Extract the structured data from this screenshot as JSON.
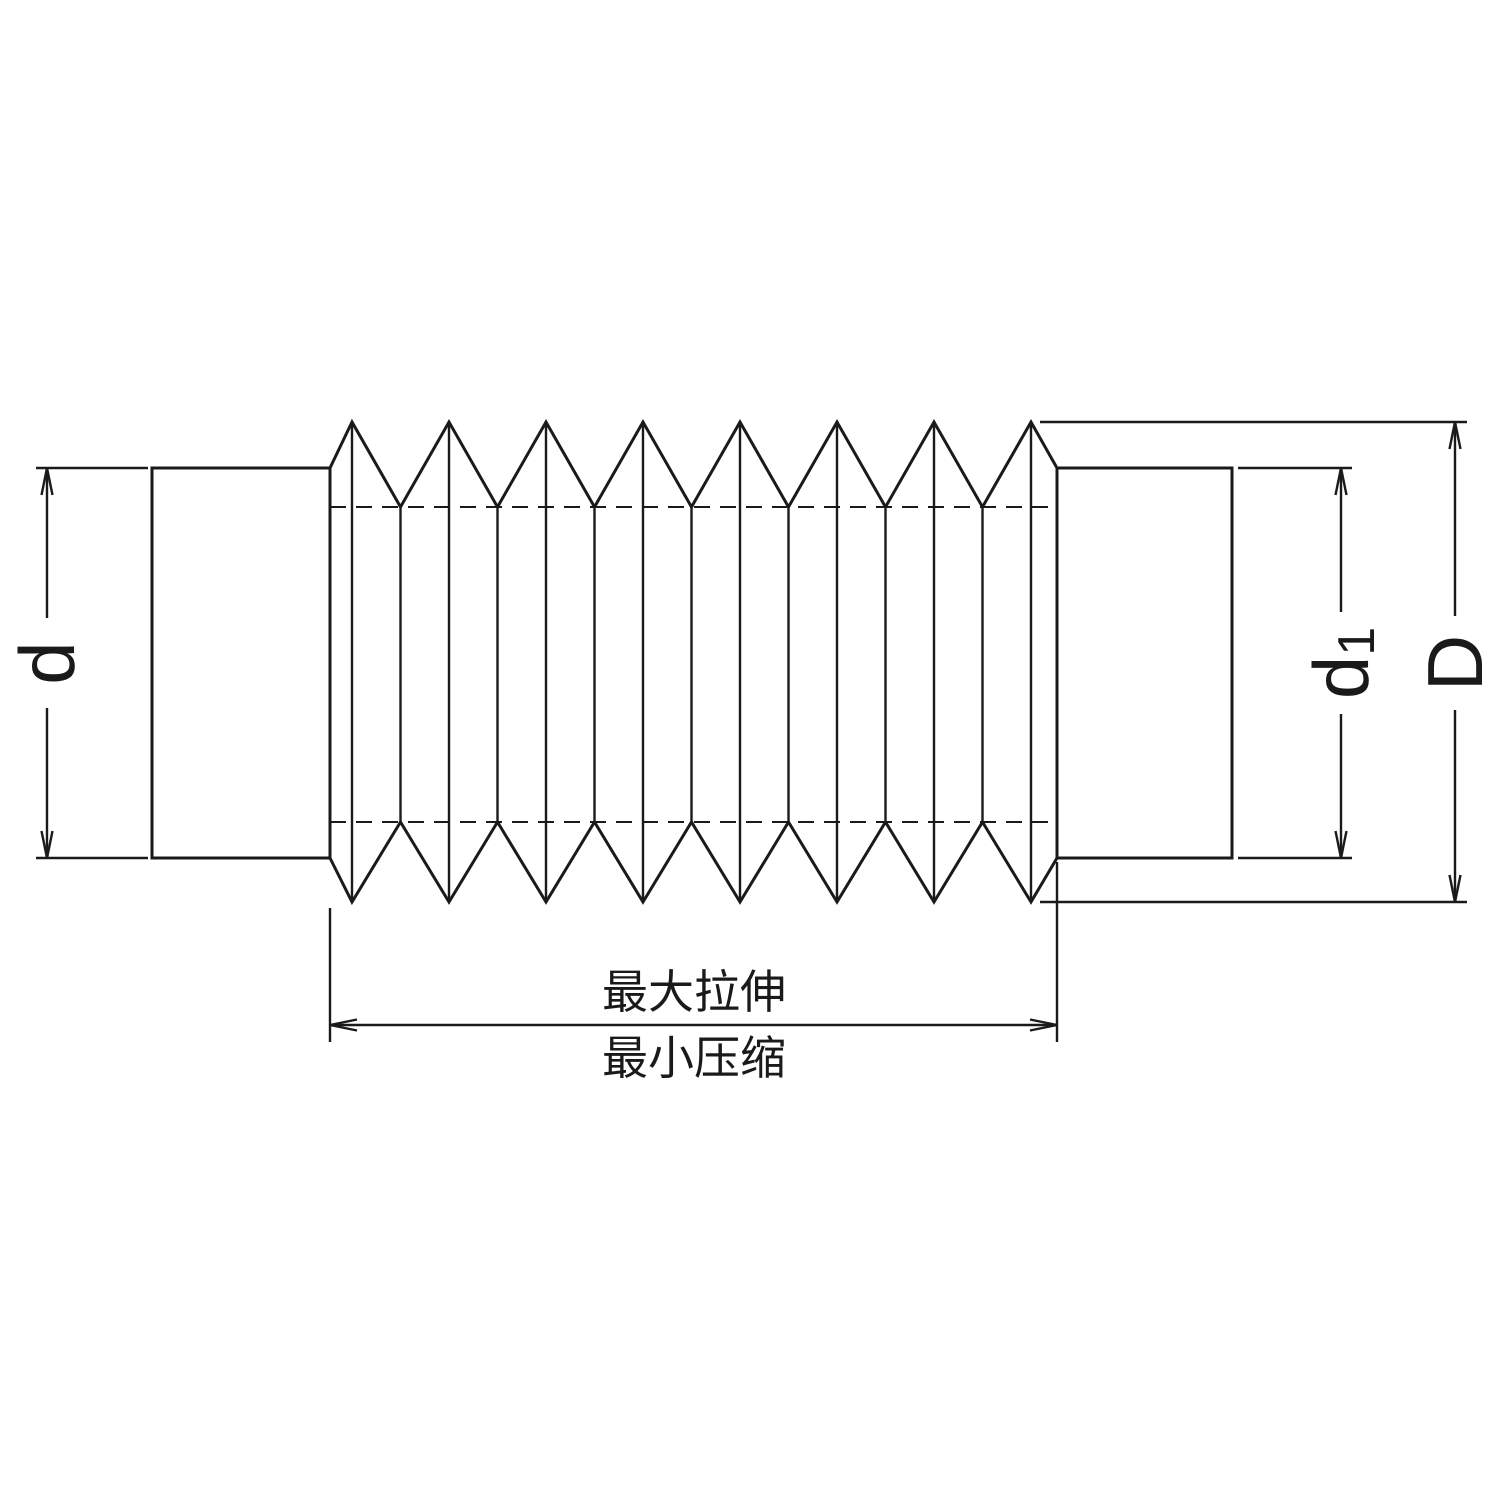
{
  "diagram": {
    "labels": {
      "left_diameter": "d",
      "inner_diameter_base": "d",
      "inner_diameter_sub": "1",
      "outer_diameter": "D",
      "max_extension": "最大拉伸",
      "min_compression": "最小压缩"
    },
    "colors": {
      "line": "#1a1a1a",
      "background": "#ffffff"
    }
  }
}
